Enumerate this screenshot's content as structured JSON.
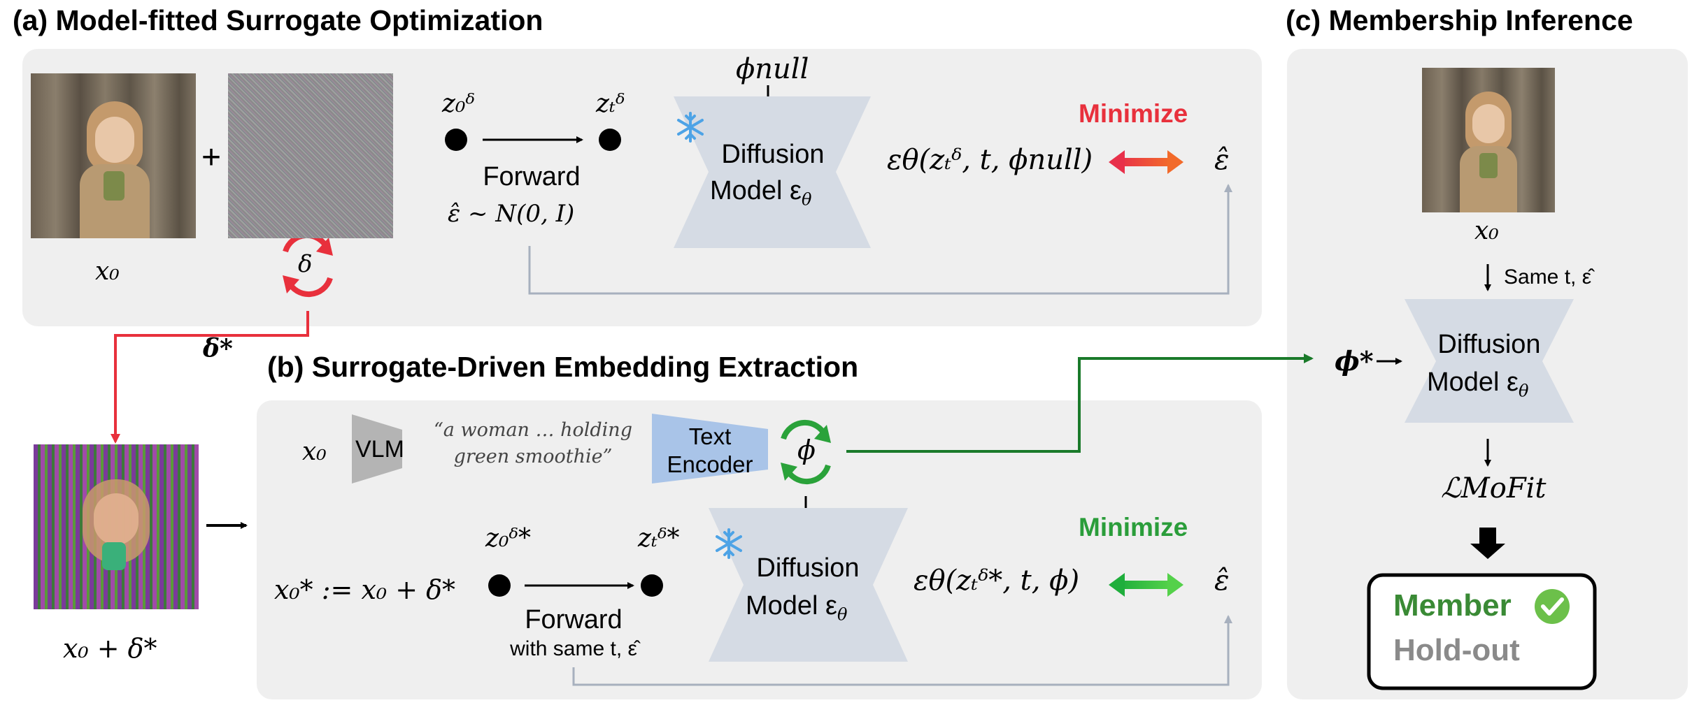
{
  "colors": {
    "panel_bg": "#efefef",
    "red_accent": "#e8303c",
    "green_accent": "#2a9d3a",
    "green_arrow": "#1a7a2a",
    "gray_arrow": "#a7b0be",
    "model_fill": "#d5dbe4",
    "text_encoder_fill": "#a9c4e8",
    "vlm_fill": "#b4b4b4",
    "snowflake": "#4da3e6",
    "member_green": "#3a8a35",
    "holdout_gray": "#8a8a8a",
    "check_green": "#6cc04a"
  },
  "icons": {
    "snowflake": "snowflake-icon",
    "refresh": "refresh-cycle-icon",
    "check": "check-circle-icon",
    "double_arrow": "double-arrow-icon"
  },
  "panel_a": {
    "title": "(a) Model-fitted Surrogate Optimization",
    "x0_label": "x₀",
    "plus": "+",
    "delta_symbol": "δ",
    "z0_label": "z₀ᵟ",
    "zt_label": "zₜᵟ",
    "forward_label": "Forward",
    "noise_label": "ε̂ ~ N(0, I)",
    "phi_null_label": "ϕnull",
    "model_line1": "Diffusion",
    "model_line2": "Model ε",
    "model_sub": "θ",
    "minimize_label": "Minimize",
    "epsilon_expr": "εθ(zₜᵟ, t, ϕnull)",
    "epsilon_hat": "ε̂"
  },
  "delta_star_label": "δ*",
  "x0_plus_delta_label": "x₀ + δ*",
  "panel_b": {
    "title": "(b) Surrogate-Driven Embedding Extraction",
    "x0_label": "x₀",
    "vlm_label": "VLM",
    "caption_line1": "“a woman … holding",
    "caption_line2": "green smoothie”",
    "text_encoder_line1": "Text",
    "text_encoder_line2": "Encoder",
    "phi_symbol": "ϕ",
    "x0_star_def": "x₀* := x₀ + δ*",
    "z0_label": "z₀ᵟ*",
    "zt_label": "zₜᵟ*",
    "forward_label": "Forward",
    "forward_sub": "with same t, ε̂",
    "model_line1": "Diffusion",
    "model_line2": "Model ε",
    "model_sub": "θ",
    "minimize_label": "Minimize",
    "epsilon_expr": "εθ(zₜᵟ*, t, ϕ)",
    "epsilon_hat": "ε̂"
  },
  "panel_c": {
    "title": "(c) Membership Inference",
    "x0_label": "x₀",
    "same_label": "Same t, ε̂",
    "phi_star_label": "ϕ*",
    "model_line1": "Diffusion",
    "model_line2": "Model ε",
    "model_sub": "θ",
    "loss_label": "ℒMoFit",
    "member_label": "Member",
    "holdout_label": "Hold-out"
  }
}
